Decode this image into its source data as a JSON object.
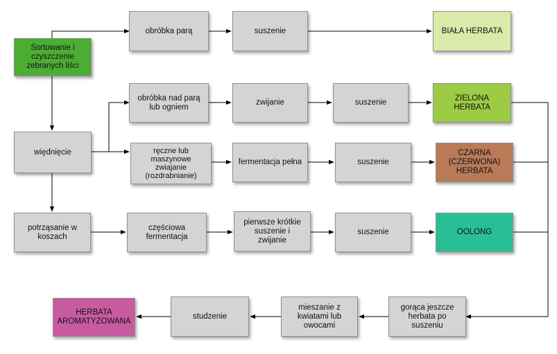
{
  "nodes": {
    "sort": "Sortowanie i\nczyszczenie\nzebranych liści",
    "wither": "więdnięcie",
    "shake": "potrząsanie w\nkoszach",
    "steam": "obróbka parą",
    "dry_white": "suszenie",
    "white_tea": "BIAŁA HERBATA",
    "steam_fire": "obróbka nad parą\nlub ogniem",
    "roll_green": "zwijanie",
    "dry_green": "suszenie",
    "green_tea": "ZIELONA\nHERBATA",
    "roll_manual": "ręczne lub\nmaszynowe\nzwiajanie\n(rozdrabnianie)",
    "full_ferment": "fermentacja pełna",
    "dry_black": "suszenie",
    "black_tea": "CZARNA\n(CZERWONA)\nHERBATA",
    "part_ferment": "częściowa\nfermentacja",
    "first_dry": "pierwsze krótkie\nsuszenie i\nzwijanie",
    "dry_oolong": "suszenie",
    "oolong": "OOLONG",
    "hot_tea": "gorąca jeszcze\nherbata po\nsuszeniu",
    "mix": "mieszanie z\nkwiatami lub\nowocami",
    "cool": "studzenie",
    "flavored": "HERBATA\nAROMATYZOWANA"
  },
  "colors": {
    "process": "#d4d4d4",
    "start": "#4cad35",
    "white_tea": "#dbeaa9",
    "green_tea": "#9ccb45",
    "black_tea": "#b97a57",
    "oolong": "#29bf96",
    "flavored": "#c85ba0",
    "connector": "#000000"
  }
}
